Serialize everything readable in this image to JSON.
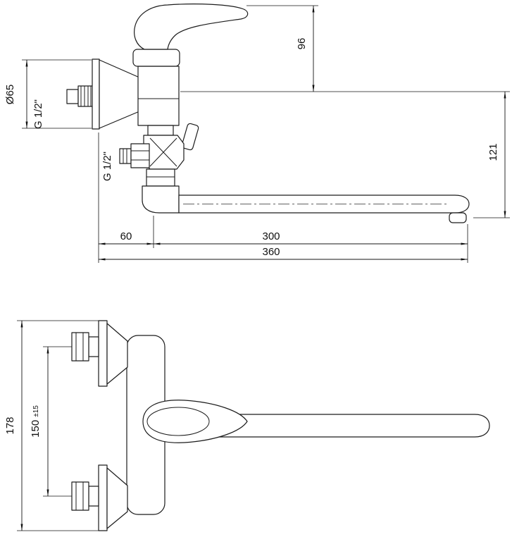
{
  "drawing": {
    "dims": {
      "d96": "96",
      "d121": "121",
      "d65": "Ø65",
      "g12_top": "G 1/2\"",
      "g12_bottom": "G 1/2\"",
      "d60": "60",
      "d300": "300",
      "d360": "360",
      "d178": "178",
      "d150": "150",
      "d150_tol": "±15"
    }
  }
}
